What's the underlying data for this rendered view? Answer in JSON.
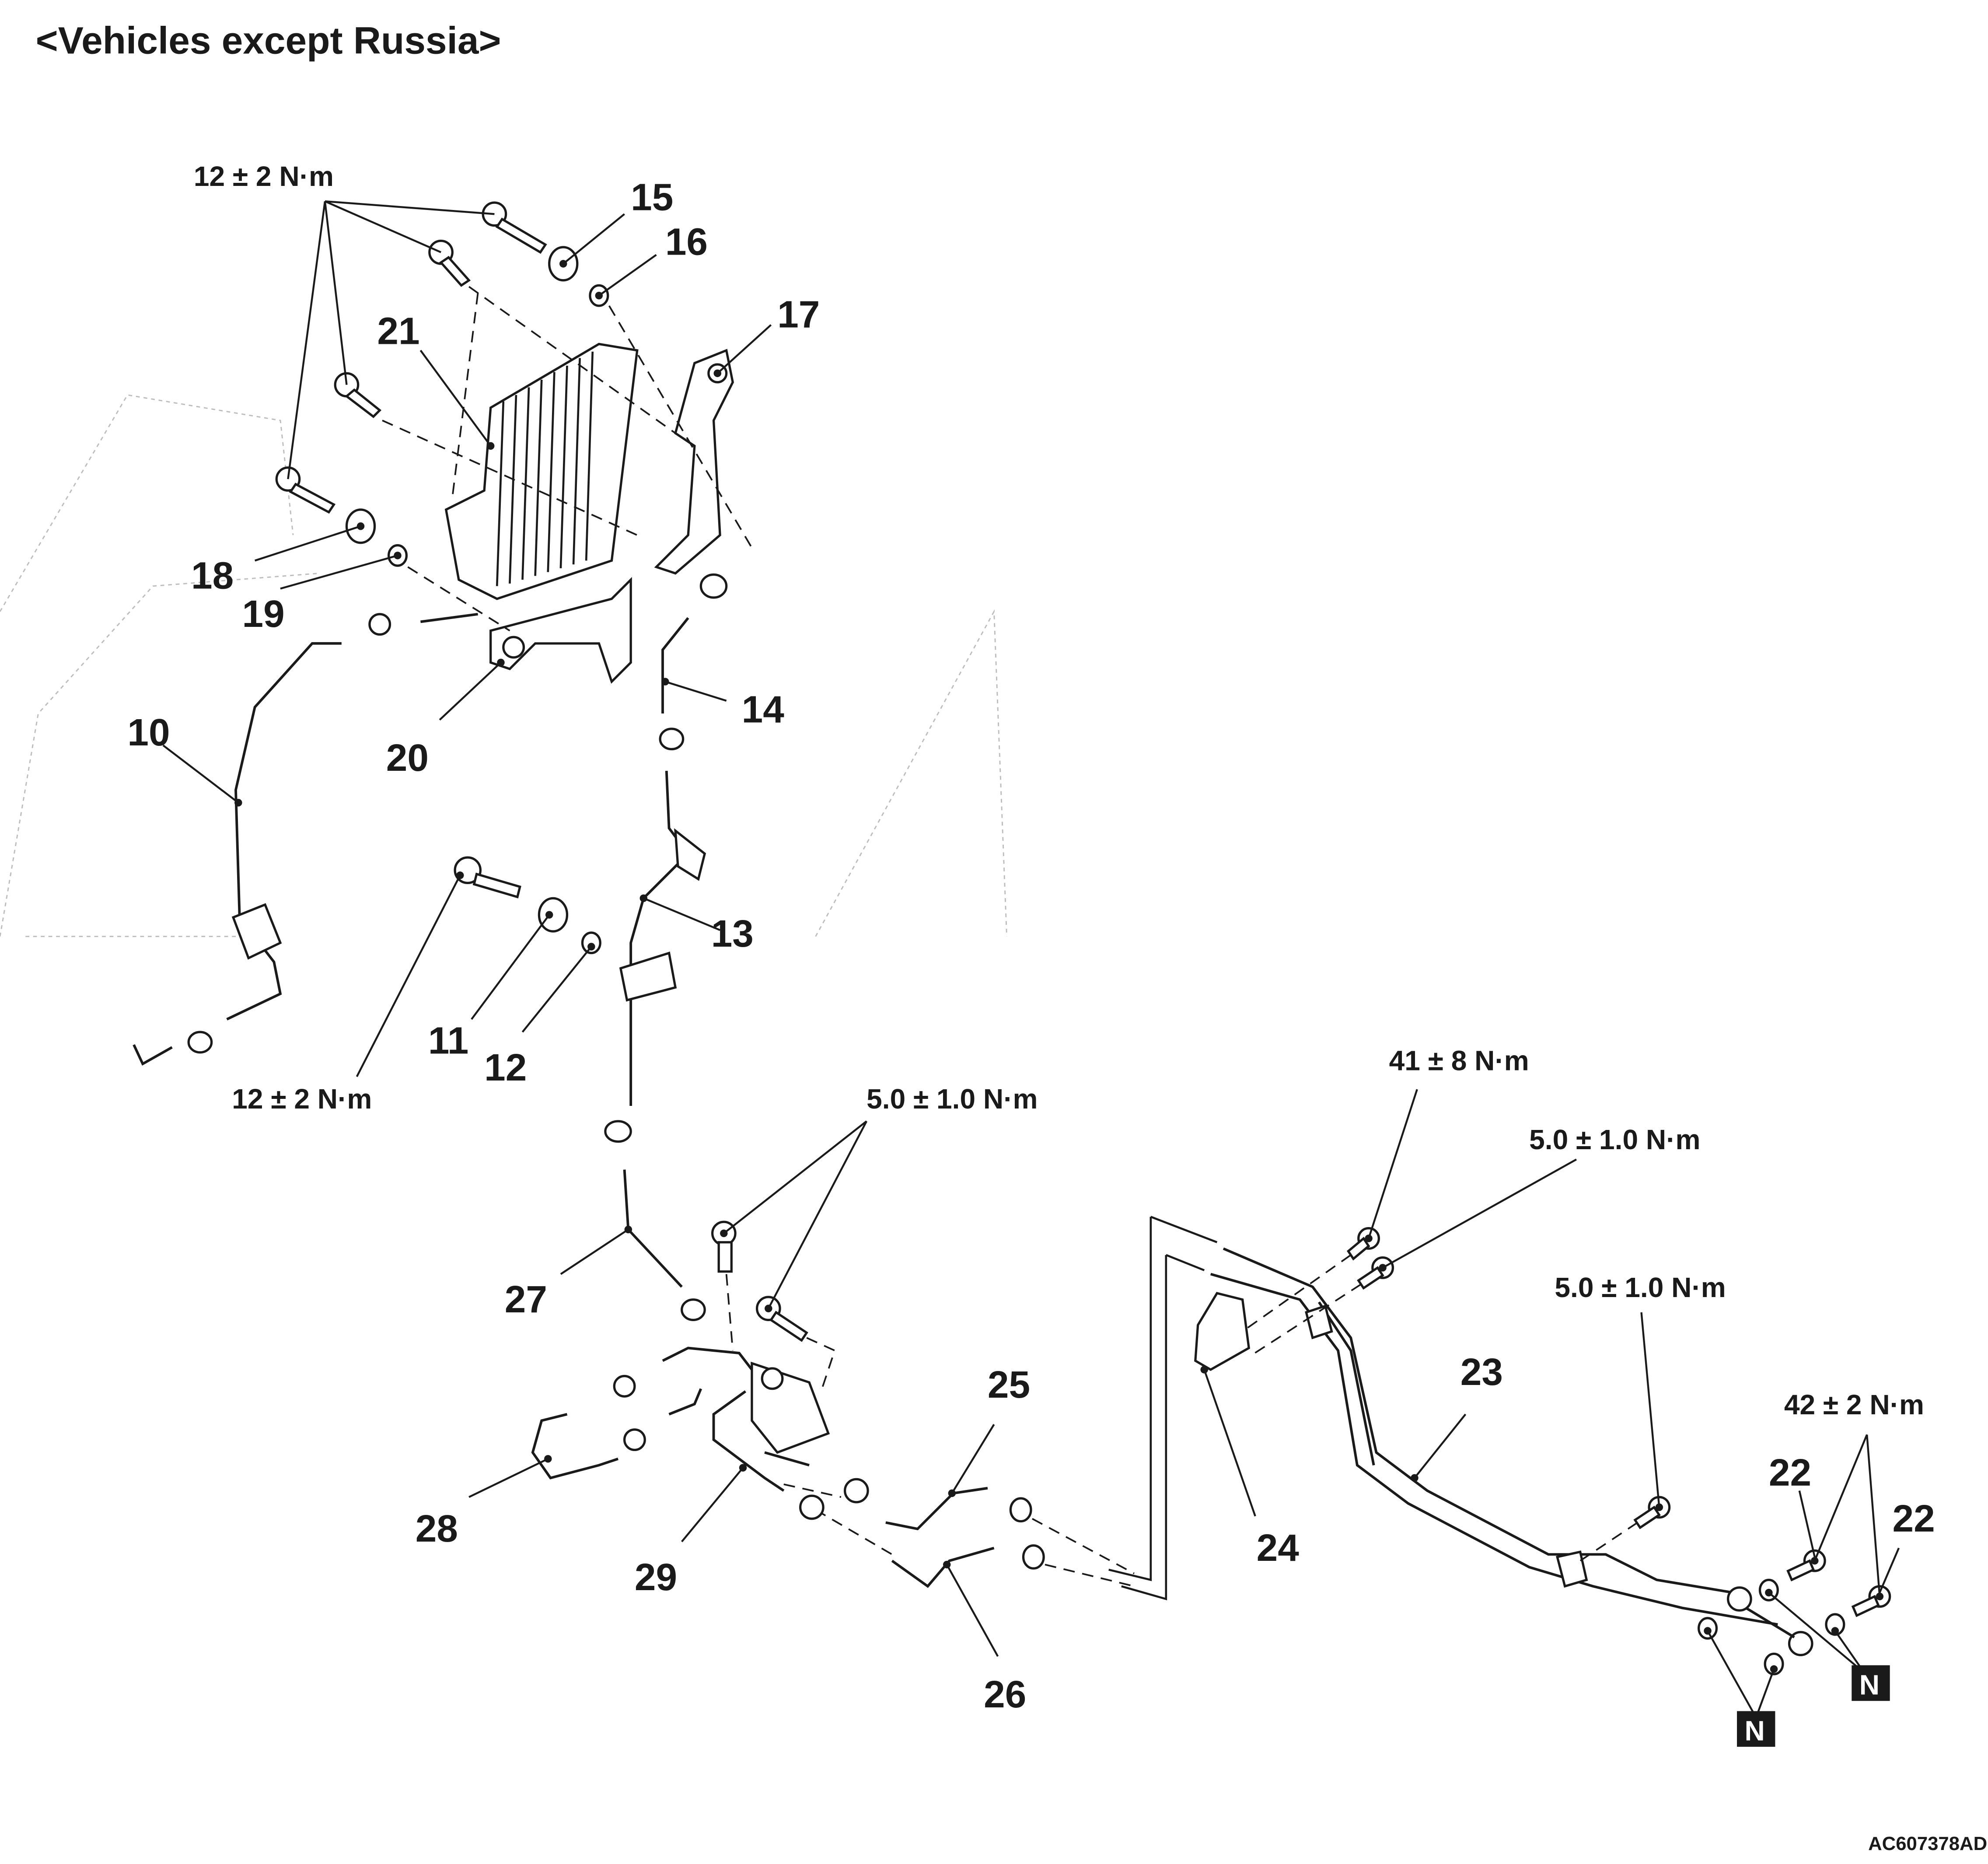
{
  "title": "<Vehicles except Russia>",
  "figure_code": "AC607378AD",
  "torques": {
    "t_top_left": "12 ± 2 N·m",
    "t_bottom_left": "12 ± 2 N·m",
    "t_center": "5.0 ± 1.0 N·m",
    "t_41": "41 ± 8 N·m",
    "t_right_upper": "5.0 ± 1.0 N·m",
    "t_right_lower": "5.0 ± 1.0 N·m",
    "t_42": "42 ± 2 N·m"
  },
  "callouts": {
    "c10": "10",
    "c11": "11",
    "c12": "12",
    "c13": "13",
    "c14": "14",
    "c15": "15",
    "c16": "16",
    "c17": "17",
    "c18": "18",
    "c19": "19",
    "c20": "20",
    "c21": "21",
    "c22a": "22",
    "c22b": "22",
    "c23": "23",
    "c24": "24",
    "c25": "25",
    "c26": "26",
    "c27": "27",
    "c28": "28",
    "c29": "29"
  },
  "markers": {
    "n_left": "N",
    "n_right": "N"
  }
}
